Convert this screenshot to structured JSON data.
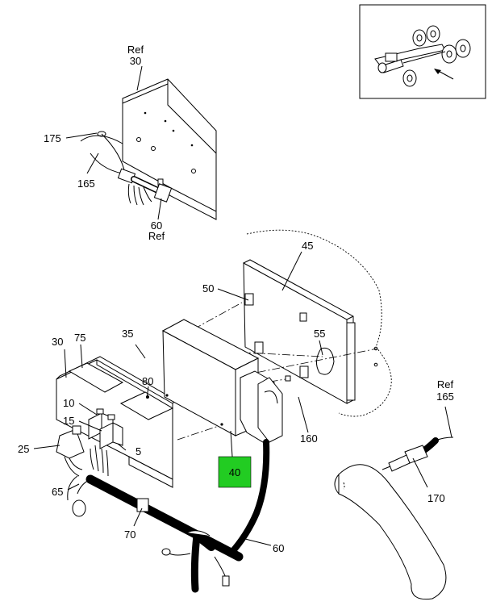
{
  "highlight_color": "#22cc22",
  "callouts": {
    "ref30_ref": "Ref",
    "ref30_num": "30",
    "c175": "175",
    "c165": "165",
    "c60_num": "60",
    "c60_ref": "Ref",
    "c45": "45",
    "c50": "50",
    "c35": "35",
    "c55": "55",
    "c30": "30",
    "c75": "75",
    "c80": "80",
    "c10": "10",
    "c15": "15",
    "c25": "25",
    "c5": "5",
    "c40": "40",
    "c160": "160",
    "c65": "65",
    "c70": "70",
    "c60b": "60",
    "ref165_ref": "Ref",
    "ref165_num": "165",
    "c170": "170"
  }
}
